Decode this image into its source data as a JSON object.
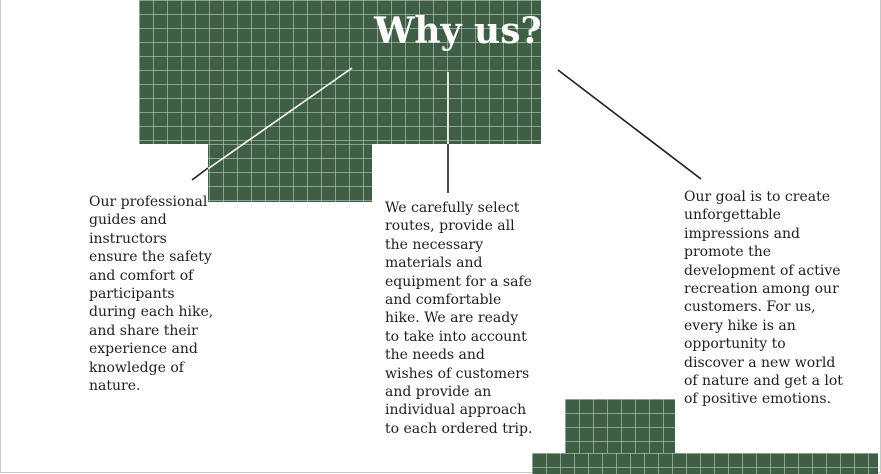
{
  "heading": "Why us?",
  "columns": [
    {
      "text": "Our professional guides and instructors ensure the safety and comfort of participants during each hike, and share their experience and knowledge of nature."
    },
    {
      "text": "We carefully select routes, provide all the necessary materials and equipment for a safe and comfortable hike. We are ready to take into account the needs and wishes of customers and provide an individual approach to each ordered trip."
    },
    {
      "text": "Our goal is to create unforgettable impressions and promote the development of active recreation among our customers. For us, every hike is an opportunity to discover a new world of nature and get a lot of positive emotions."
    }
  ],
  "colors": {
    "grid": "#3e5f44",
    "heading": "#ffffff",
    "text": "#1e1e1e"
  }
}
